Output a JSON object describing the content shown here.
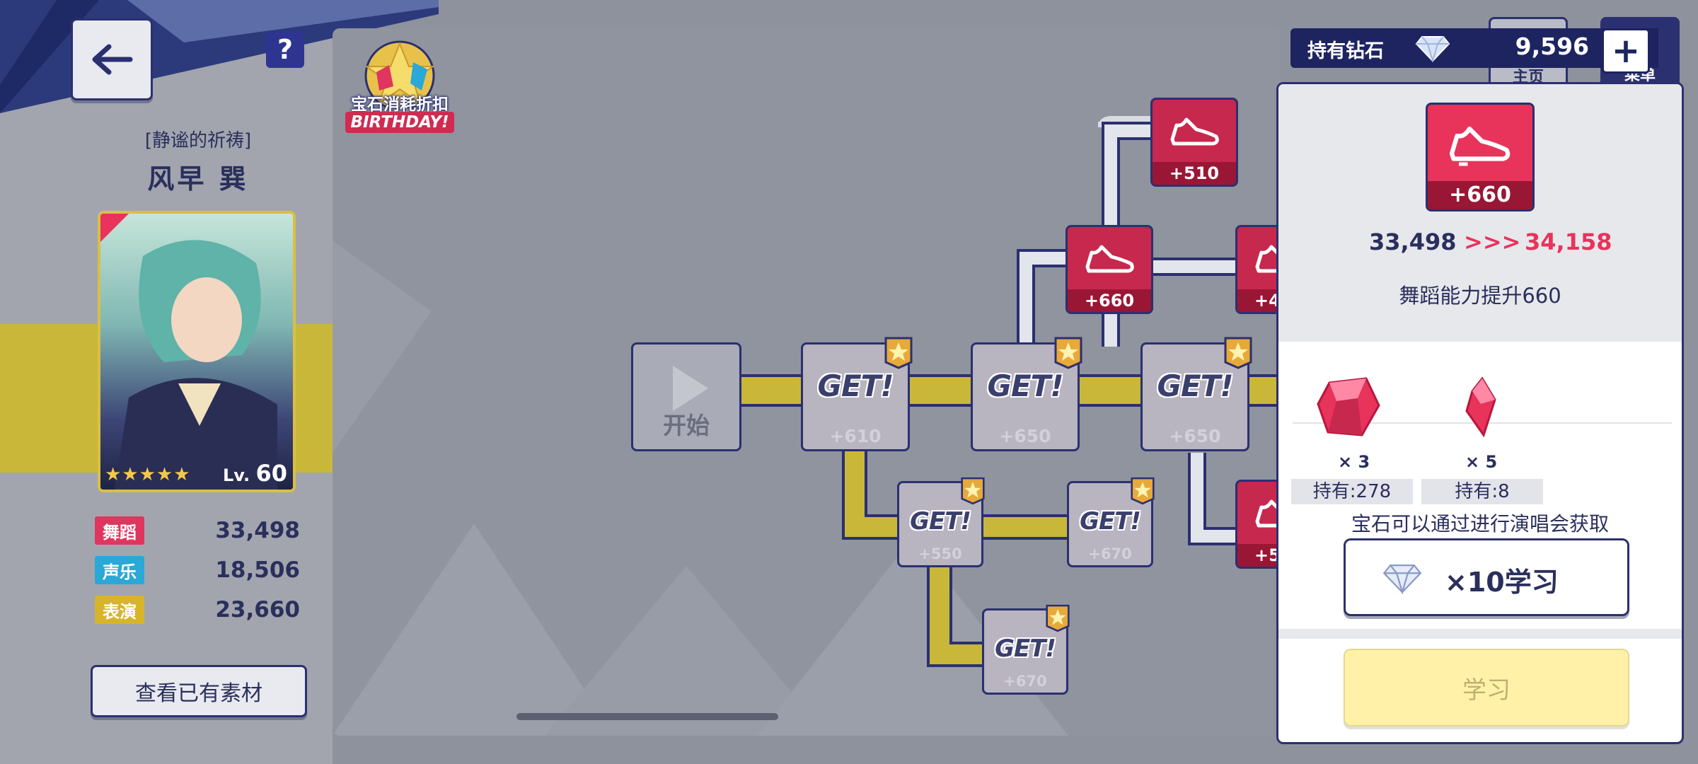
{
  "card": {
    "title": "[静谧的祈祷]",
    "name": "风早 巽",
    "level_label": "Lv.",
    "level": "60",
    "rarity": 5
  },
  "stats": [
    {
      "label": "舞蹈",
      "value": "33,498",
      "color": "#e0355f"
    },
    {
      "label": "声乐",
      "value": "18,506",
      "color": "#2aa8d8"
    },
    {
      "label": "表演",
      "value": "23,660",
      "color": "#d8b429"
    }
  ],
  "buttons": {
    "back_icon": "arrow-left-icon",
    "help": "?",
    "view_materials": "查看已有素材",
    "start": "开始"
  },
  "birthday_badge": {
    "line1": "宝石消耗折扣",
    "line2": "BIRTHDAY!"
  },
  "nodes": {
    "get_label": "GET!",
    "get_610": "+610",
    "get_650a": "+650",
    "get_650b": "+650",
    "get_550": "+550",
    "get_670a": "+670",
    "get_670b": "+670",
    "red_510": "+510",
    "red_660": "+660",
    "red_partial_a": "+4",
    "red_partial_b": "+5"
  },
  "currency": {
    "label": "持有钻石",
    "value": "9,596",
    "add": "+",
    "tab_peek_a": "主页",
    "tab_peek_b": "菜单"
  },
  "detail": {
    "skill_value": "+660",
    "from": "33,498",
    "arrows": ">>>",
    "to": "34,158",
    "description": "舞蹈能力提升660",
    "materials": [
      {
        "qty": "× 3",
        "owned": "持有:278"
      },
      {
        "qty": "× 5",
        "owned": "持有:8"
      }
    ],
    "gem_note": "宝石可以通过进行演唱会获取",
    "learn10": "×10学习",
    "learn": "学习"
  },
  "colors": {
    "navy": "#2b3070",
    "pink": "#e8335b",
    "yellow_path": "#c9b73a"
  }
}
